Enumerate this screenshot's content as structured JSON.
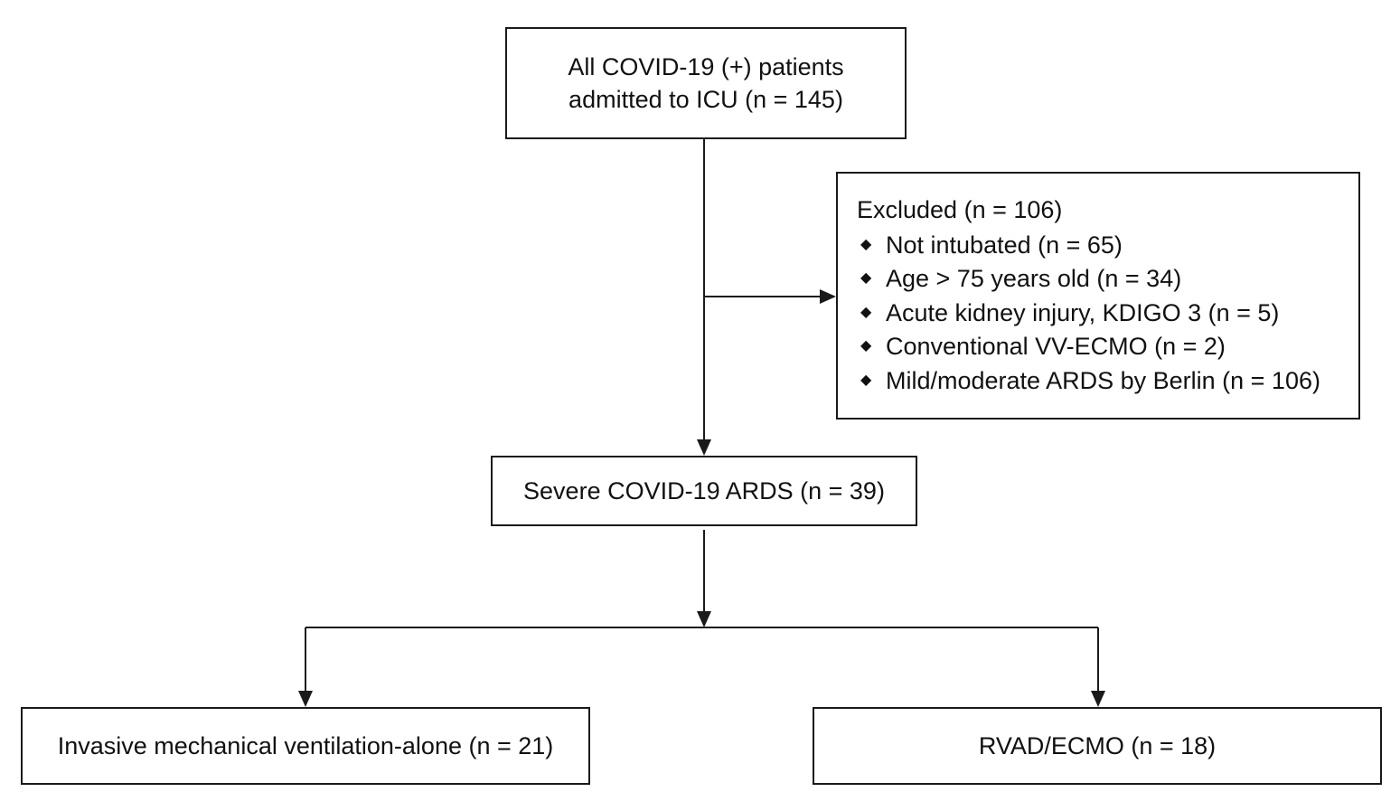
{
  "boxes": {
    "all_patients": {
      "line1": "All COVID-19 (+) patients",
      "line2": "admitted to ICU (n = 145)"
    },
    "excluded": {
      "title": "Excluded (n = 106)",
      "bullet_glyph": "◆",
      "items": [
        "Not intubated (n = 65)",
        "Age > 75 years old (n = 34)",
        "Acute kidney injury, KDIGO 3 (n = 5)",
        "Conventional VV-ECMO (n = 2)",
        "Mild/moderate ARDS by Berlin (n = 106)"
      ]
    },
    "severe": {
      "label": "Severe COVID-19 ARDS (n = 39)"
    },
    "imv_alone": {
      "label": "Invasive mechanical ventilation-alone (n = 21)"
    },
    "rvad_ecmo": {
      "label": "RVAD/ECMO (n = 18)"
    }
  },
  "colors": {
    "line": "#1a1a1a",
    "text": "#111111",
    "background": "#ffffff"
  }
}
